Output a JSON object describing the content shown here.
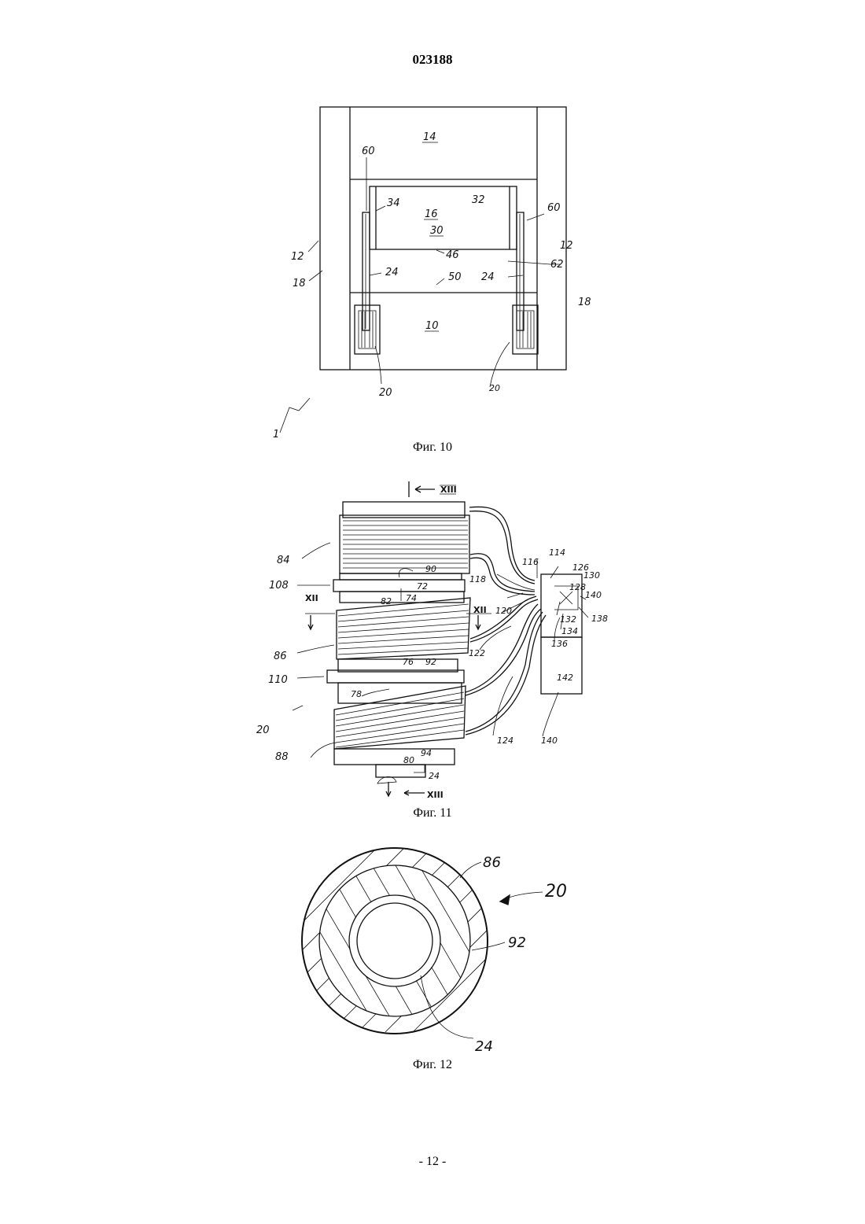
{
  "header": {
    "doc_number": "023188"
  },
  "figures": [
    {
      "caption": "Фиг. 10",
      "labels": {
        "r14": "14",
        "r60a": "60",
        "r34": "34",
        "r16": "16",
        "r32": "32",
        "r60b": "60",
        "r30": "30",
        "r12a": "12",
        "r12b": "12",
        "r46": "46",
        "r62": "62",
        "r18a": "18",
        "r24a": "24",
        "r50": "50",
        "r24b": "24",
        "r18b": "18",
        "r10": "10",
        "r20a": "20",
        "r20b": "20",
        "r1": "1"
      }
    },
    {
      "caption": "Фиг. 11",
      "labels": {
        "rXIIIa": "XIII",
        "r84": "84",
        "r116": "116",
        "r114": "114",
        "r90": "90",
        "r126": "126",
        "r130": "130",
        "r108": "108",
        "r72": "72",
        "r118": "118",
        "r128": "128",
        "r140a": "140",
        "r82": "82",
        "r74": "74",
        "rXIIa": "XII",
        "rXIIb": "XII",
        "r120": "120",
        "r138": "138",
        "r132": "132",
        "r134": "134",
        "r86": "86",
        "r122": "122",
        "r76": "76",
        "r92": "92",
        "r136": "136",
        "r110": "110",
        "r142": "142",
        "r78": "78",
        "r20": "20",
        "r88": "88",
        "r124": "124",
        "r140b": "140",
        "r94": "94",
        "r80": "80",
        "r24": "24",
        "rXIIIb": "XIII"
      }
    },
    {
      "caption": "Фиг. 12",
      "labels": {
        "r86": "86",
        "r20": "20",
        "r92": "92",
        "r24": "24"
      }
    }
  ],
  "footer": {
    "page_number": "- 12 -"
  }
}
